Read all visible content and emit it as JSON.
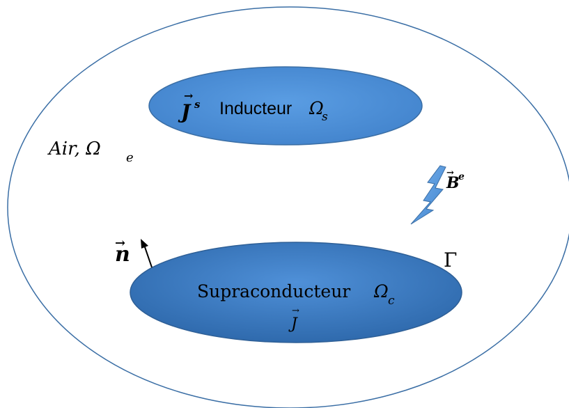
{
  "domain_labels": {
    "inductor_current": "J",
    "inductor_current_sup": "s",
    "inductor_name": "Inducteur",
    "inductor_symbol": "Ω",
    "inductor_symbol_sub": "s",
    "air_label": "Air, Ω",
    "air_sub": "e",
    "field_label": "B",
    "field_sup": "e",
    "normal_label": "n",
    "boundary_label": "Γ",
    "superconductor_name": "Supraconducteur",
    "superconductor_symbol": "Ω",
    "superconductor_symbol_sub": "c",
    "superconductor_current": "J"
  },
  "colors": {
    "outer_border": "#3a6ea5",
    "inductor_fill": "#4a8fd6",
    "inductor_stroke": "#3a6ea5",
    "superconductor_fill": "#3a78c0",
    "superconductor_stroke": "#2e5f96",
    "bolt_fill": "#5b9be0",
    "text": "#000000"
  }
}
